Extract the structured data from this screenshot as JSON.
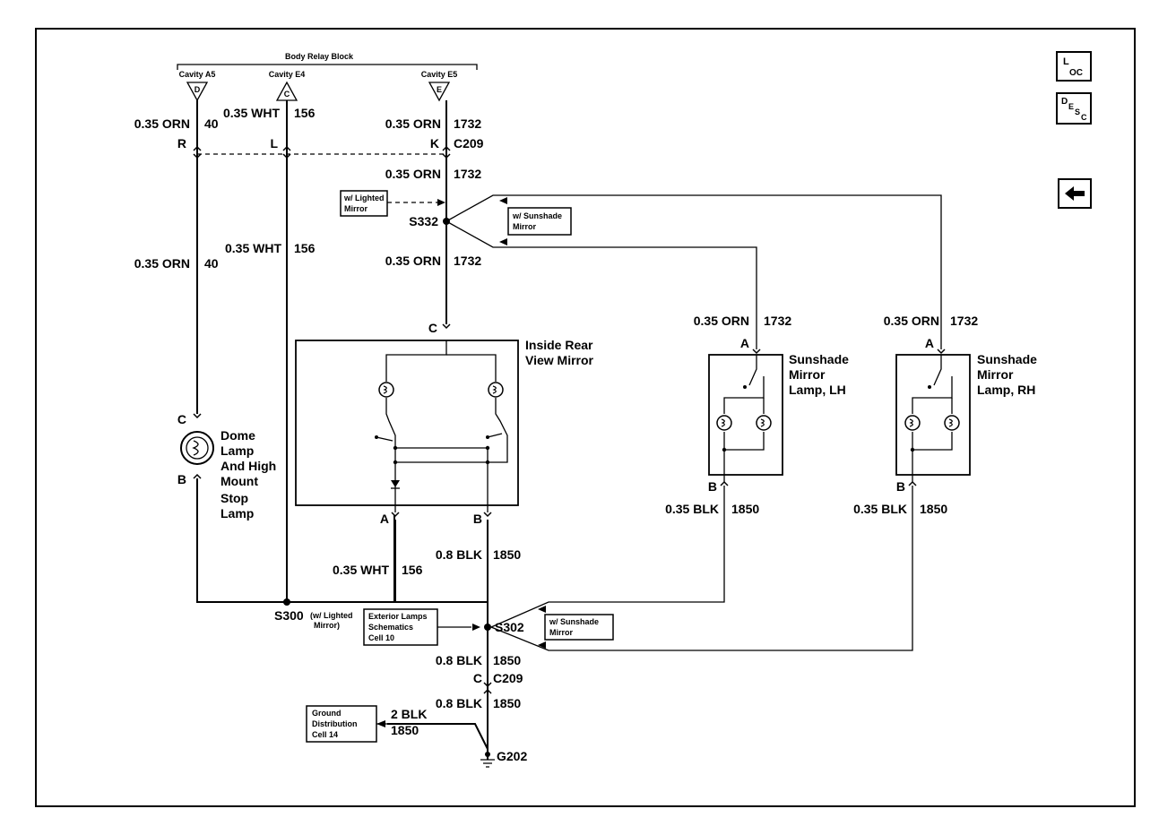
{
  "header": {
    "relay_block": "Body Relay Block",
    "cavity_a5": "Cavity A5",
    "cavity_e4": "Cavity E4",
    "cavity_e5": "Cavity E5",
    "term_d": "D",
    "term_c": "C",
    "term_e": "E"
  },
  "wires": {
    "w40_top_spec": "0.35 ORN",
    "w40_top_num": "40",
    "w40_mid_spec": "0.35 ORN",
    "w40_mid_num": "40",
    "w156_top_spec": "0.35 WHT",
    "w156_top_num": "156",
    "w156_mid_spec": "0.35 WHT",
    "w156_mid_num": "156",
    "w156_bot_spec": "0.35 WHT",
    "w156_bot_num": "156",
    "w1732_a_spec": "0.35 ORN",
    "w1732_a_num": "1732",
    "w1732_b_spec": "0.35 ORN",
    "w1732_b_num": "1732",
    "w1732_c_spec": "0.35 ORN",
    "w1732_c_num": "1732",
    "w1732_lh_spec": "0.35 ORN",
    "w1732_lh_num": "1732",
    "w1732_rh_spec": "0.35 ORN",
    "w1732_rh_num": "1732",
    "w1850_lh_spec": "0.35 BLK",
    "w1850_lh_num": "1850",
    "w1850_rh_spec": "0.35 BLK",
    "w1850_rh_num": "1850",
    "w1850_a_spec": "0.8 BLK",
    "w1850_a_num": "1850",
    "w1850_b_spec": "0.8 BLK",
    "w1850_b_num": "1850",
    "w1850_c_spec": "0.8 BLK",
    "w1850_c_num": "1850",
    "w1850_gnd_spec": "2 BLK",
    "w1850_gnd_num": "1850"
  },
  "connectors": {
    "pin_r": "R",
    "pin_l": "L",
    "pin_k": "K",
    "c209_top": "C209",
    "c209_bot": "C209",
    "c209_pin": "C"
  },
  "splices": {
    "s332": "S332",
    "s300": "S300",
    "s300_note_1": "(w/ Lighted",
    "s300_note_2": "Mirror)",
    "s302": "S302",
    "g202": "G202"
  },
  "notes": {
    "lighted_1": "w/ Lighted",
    "lighted_2": "Mirror",
    "sunshade_top_1": "w/ Sunshade",
    "sunshade_top_2": "Mirror",
    "sunshade_bot_1": "w/ Sunshade",
    "sunshade_bot_2": "Mirror",
    "exterior_1": "Exterior Lamps",
    "exterior_2": "Schematics",
    "exterior_3": "Cell 10",
    "ground_1": "Ground",
    "ground_2": "Distribution",
    "ground_3": "Cell 14"
  },
  "components": {
    "dome": {
      "lines": [
        "Dome",
        "Lamp",
        "And High",
        "Mount",
        "Stop",
        "Lamp"
      ],
      "pin_top": "C",
      "pin_bottom": "B"
    },
    "mirror": {
      "lines": [
        "Inside Rear",
        "View Mirror"
      ],
      "pin_top": "C",
      "pin_a": "A",
      "pin_b": "B"
    },
    "lamp_lh": {
      "lines": [
        "Sunshade",
        "Mirror",
        "Lamp, LH"
      ],
      "pin_top": "A",
      "pin_bottom": "B"
    },
    "lamp_rh": {
      "lines": [
        "Sunshade",
        "Mirror",
        "Lamp, RH"
      ],
      "pin_top": "A",
      "pin_bottom": "B"
    }
  },
  "nav": {
    "loc_main": "L",
    "loc_sub": "OC",
    "desc_main": "D",
    "desc_sub1": "E",
    "desc_sub2": "S",
    "desc_sub3": "C",
    "back_icon": "arrow-left-icon"
  }
}
